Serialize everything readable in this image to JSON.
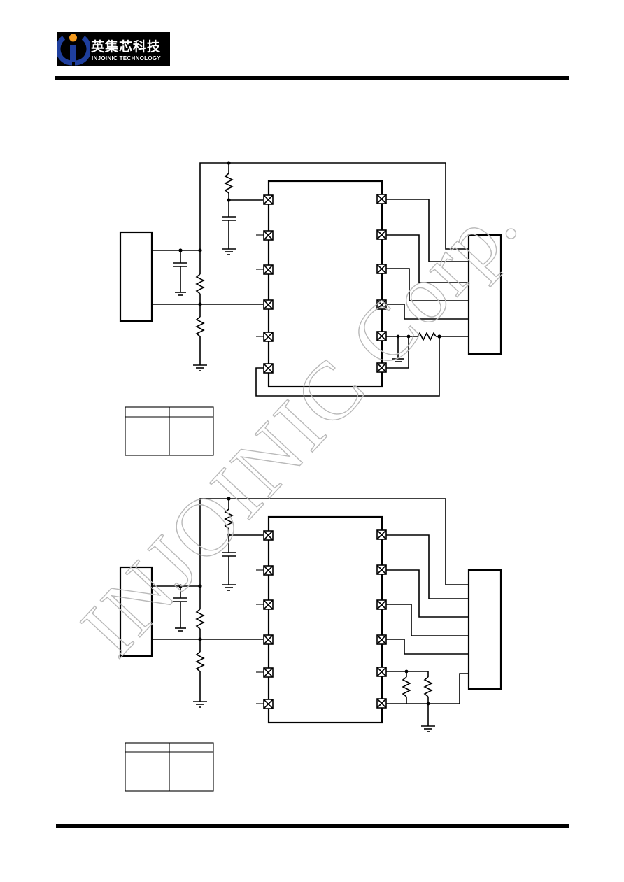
{
  "header": {
    "brand_cn": "英集芯科技",
    "brand_en": "INJOINIC TECHNOLOGY"
  },
  "watermark": {
    "text": "INJOINIC Corp."
  },
  "colors": {
    "ink": "#000000",
    "logo_bg": "#000000",
    "logo_blue": "#1f3f9e",
    "logo_orange": "#f39a1e",
    "watermark": "#b9b9b9"
  },
  "icons": [
    "injoinic-logo-icon",
    "resistor-icon",
    "capacitor-icon",
    "ground-icon",
    "pin-icon"
  ]
}
